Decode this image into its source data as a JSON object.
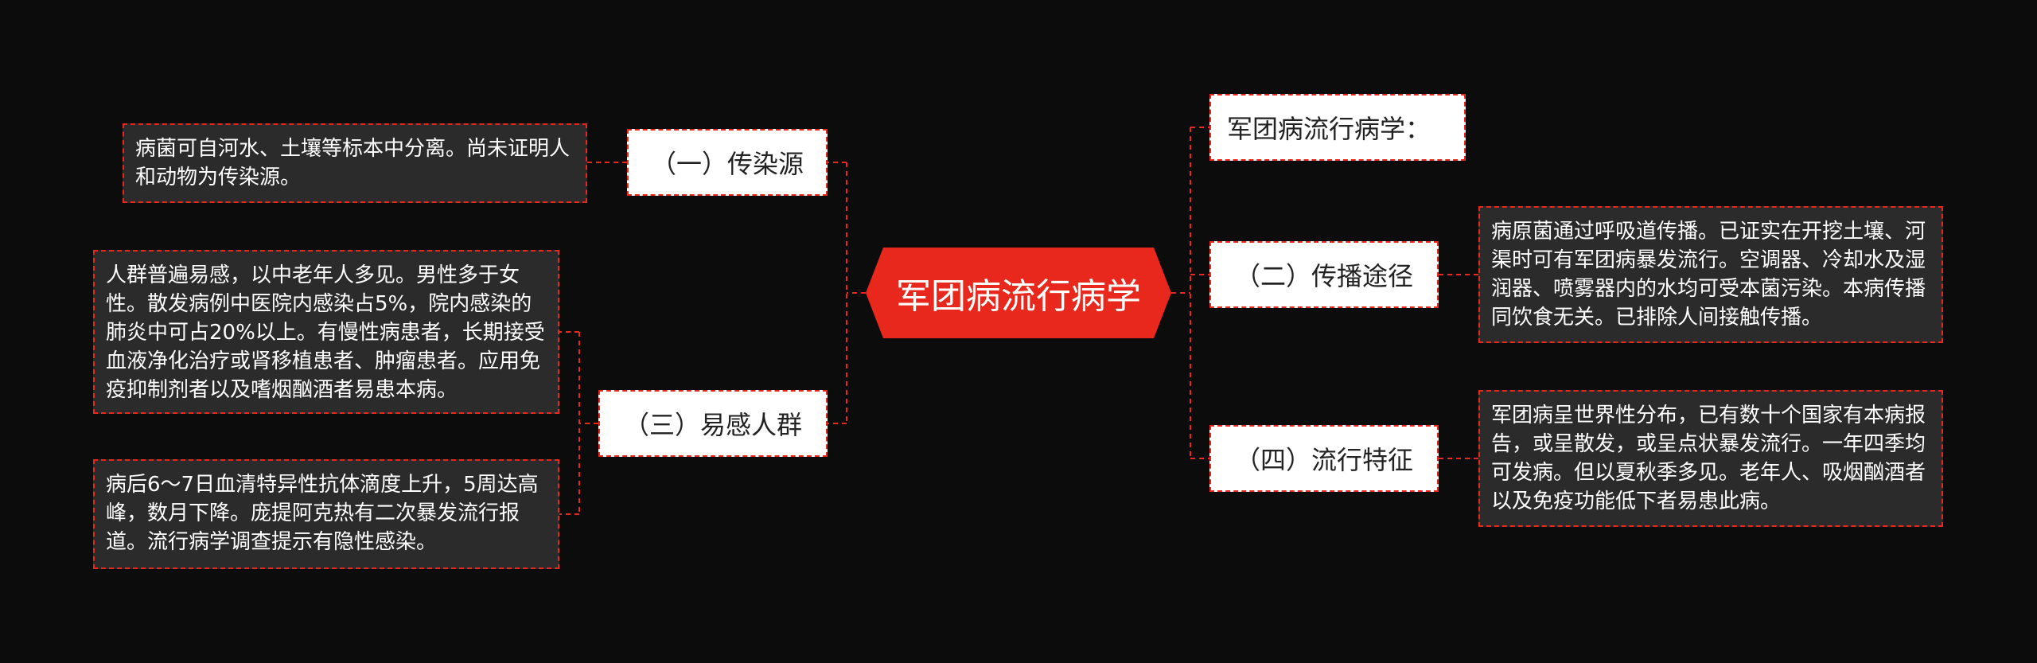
{
  "central": {
    "label": "军团病流行病学"
  },
  "branches": {
    "source": {
      "label": "（一）传染源"
    },
    "susceptible": {
      "label": "（三）易感人群"
    },
    "epidemiology": {
      "label": "军团病流行病学："
    },
    "route": {
      "label": "（二）传播途径"
    },
    "feature": {
      "label": "（四）流行特征"
    }
  },
  "details": {
    "source": "病菌可自河水、土壤等标本中分离。尚未证明人和动物为传染源。",
    "susceptible_1": "人群普遍易感，以中老年人多见。男性多于女性。散发病例中医院内感染占5%，院内感染的肺炎中可占20%以上。有慢性病患者，长期接受血液净化治疗或肾移植患者、肿瘤患者。应用免疫抑制剂者以及嗜烟酗酒者易患本病。",
    "susceptible_2": "病后6～7日血清特异性抗体滴度上升，5周达高峰，数月下降。庞提阿克热有二次暴发流行报道。流行病学调查提示有隐性感染。",
    "route": "病原菌通过呼吸道传播。已证实在开挖土壤、河渠时可有军团病暴发流行。空调器、冷却水及湿润器、喷雾器内的水均可受本菌污染。本病传播同饮食无关。已排除人间接触传播。",
    "feature": "军团病呈世界性分布，已有数十个国家有本病报告，或呈散发，或呈点状暴发流行。一年四季均可发病。但以夏秋季多见。老年人、吸烟酗酒者以及免疫功能低下者易患此病。"
  },
  "colors": {
    "background": "#0c0c0c",
    "accent": "#e8281c",
    "branch_fill": "#ffffff",
    "detail_fill": "#2b2b2b"
  }
}
